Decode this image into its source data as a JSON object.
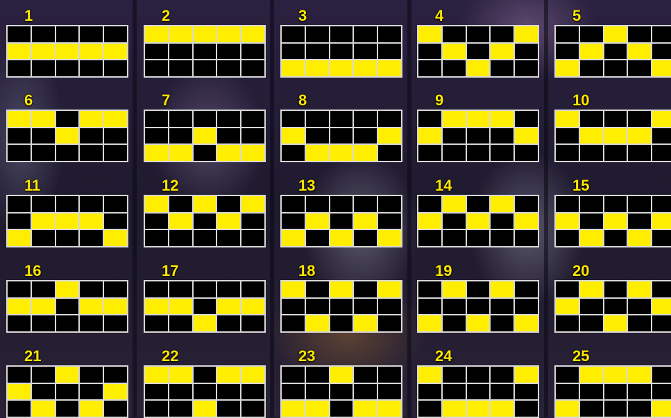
{
  "paylines": [
    {
      "number": "1",
      "pattern": [
        1,
        1,
        1,
        1,
        1
      ]
    },
    {
      "number": "2",
      "pattern": [
        0,
        0,
        0,
        0,
        0
      ]
    },
    {
      "number": "3",
      "pattern": [
        2,
        2,
        2,
        2,
        2
      ]
    },
    {
      "number": "4",
      "pattern": [
        0,
        1,
        2,
        1,
        0
      ]
    },
    {
      "number": "5",
      "pattern": [
        2,
        1,
        0,
        1,
        2
      ]
    },
    {
      "number": "6",
      "pattern": [
        0,
        0,
        1,
        0,
        0
      ]
    },
    {
      "number": "7",
      "pattern": [
        2,
        2,
        1,
        2,
        2
      ]
    },
    {
      "number": "8",
      "pattern": [
        1,
        2,
        2,
        2,
        1
      ]
    },
    {
      "number": "9",
      "pattern": [
        1,
        0,
        0,
        0,
        1
      ]
    },
    {
      "number": "10",
      "pattern": [
        0,
        1,
        1,
        1,
        0
      ]
    },
    {
      "number": "11",
      "pattern": [
        2,
        1,
        1,
        1,
        2
      ]
    },
    {
      "number": "12",
      "pattern": [
        0,
        1,
        0,
        1,
        0
      ]
    },
    {
      "number": "13",
      "pattern": [
        2,
        1,
        2,
        1,
        2
      ]
    },
    {
      "number": "14",
      "pattern": [
        1,
        0,
        1,
        0,
        1
      ]
    },
    {
      "number": "15",
      "pattern": [
        1,
        2,
        1,
        2,
        1
      ]
    },
    {
      "number": "16",
      "pattern": [
        1,
        1,
        0,
        1,
        1
      ]
    },
    {
      "number": "17",
      "pattern": [
        1,
        1,
        2,
        1,
        1
      ]
    },
    {
      "number": "18",
      "pattern": [
        0,
        2,
        0,
        2,
        0
      ]
    },
    {
      "number": "19",
      "pattern": [
        2,
        0,
        2,
        0,
        2
      ]
    },
    {
      "number": "20",
      "pattern": [
        1,
        0,
        2,
        0,
        1
      ]
    },
    {
      "number": "21",
      "pattern": [
        1,
        2,
        0,
        2,
        1
      ]
    },
    {
      "number": "22",
      "pattern": [
        0,
        0,
        2,
        0,
        0
      ]
    },
    {
      "number": "23",
      "pattern": [
        2,
        2,
        0,
        2,
        2
      ]
    },
    {
      "number": "24",
      "pattern": [
        0,
        2,
        2,
        2,
        0
      ]
    },
    {
      "number": "25",
      "pattern": [
        2,
        0,
        0,
        0,
        2
      ]
    }
  ],
  "colors": {
    "active": "#ffee00",
    "inactive": "#000000",
    "grid_border": "#d8d8d8",
    "number": "#ffe600"
  }
}
